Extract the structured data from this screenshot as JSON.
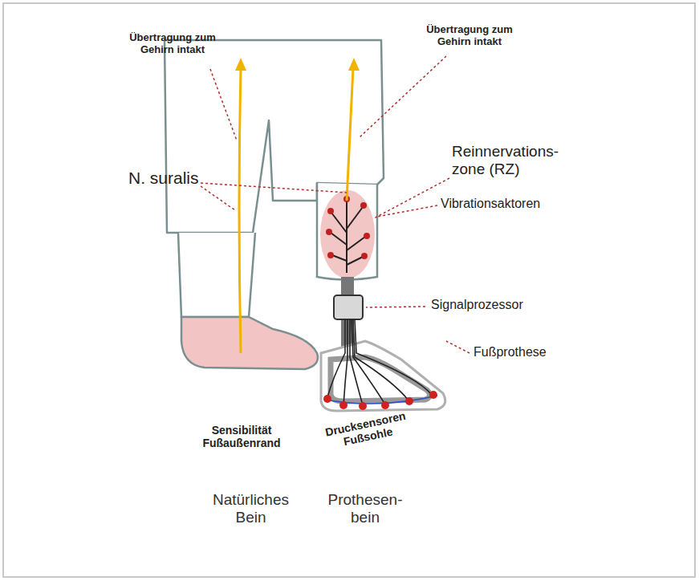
{
  "diagram": {
    "labels": [
      "Übertragung zum Gehirn intakt",
      "Übertragung zum Gehirn intakt",
      "N. suralis",
      "Reinnervations- zone (RZ)",
      "Vibrationsaktoren",
      "Signalprozessor",
      "Fußprothese",
      "Sensibilität Fußaußenrand",
      "Drucksensoren Fußsohle",
      "Natürliches Bein",
      "Prothesen- bein"
    ]
  }
}
